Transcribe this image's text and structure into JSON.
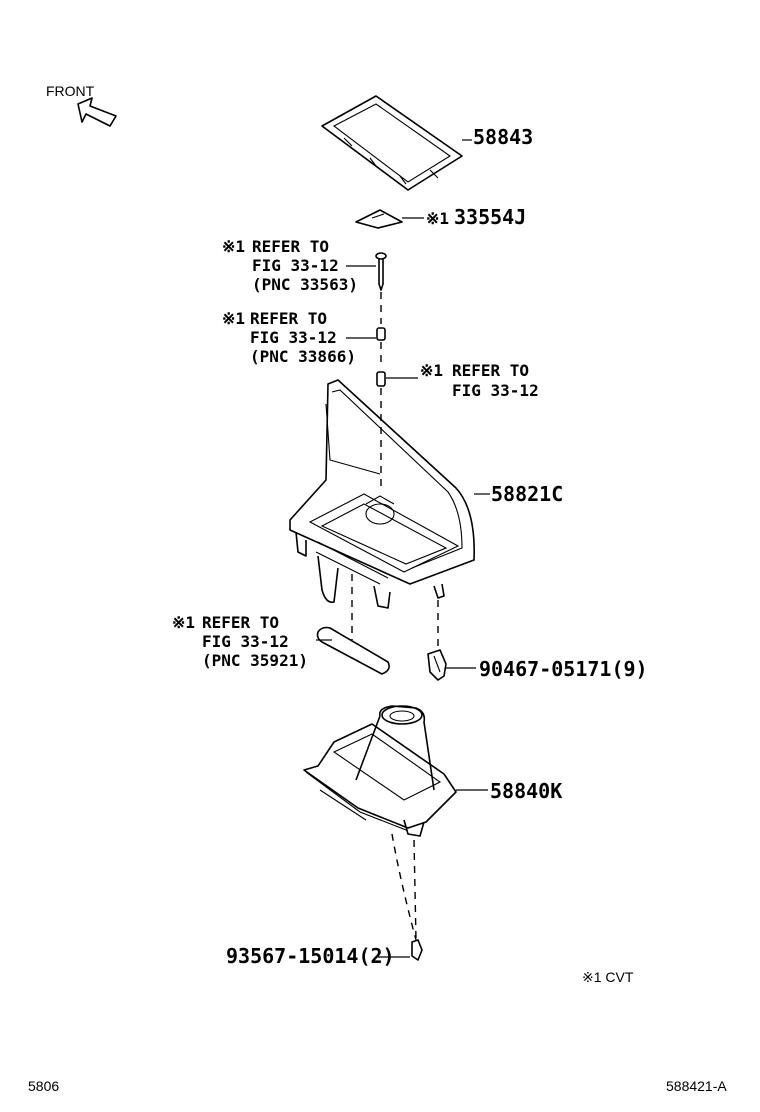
{
  "front_label": "FRONT",
  "parts": {
    "p58843": "58843",
    "p33554j_mark": "※1",
    "p33554j": "33554J",
    "ref1_mark": "※1",
    "ref1_line1": "REFER TO",
    "ref1_line2": "FIG 33-12",
    "ref1_line3": "(PNC 33563)",
    "ref2_mark": "※1",
    "ref2_line1": "REFER TO",
    "ref2_line2": "FIG 33-12",
    "ref2_line3": "(PNC 33866)",
    "ref3_mark": "※1",
    "ref3_line1": "REFER TO",
    "ref3_line2": "FIG 33-12",
    "p58821c": "58821C",
    "ref4_mark": "※1",
    "ref4_line1": "REFER TO",
    "ref4_line2": "FIG 33-12",
    "ref4_line3": "(PNC 35921)",
    "p90467": "90467-05171(9)",
    "p58840k": "58840K",
    "p93567": "93567-15014(2)"
  },
  "legend": "※1 CVT",
  "footer_left": "5806",
  "footer_right": "588421-A"
}
